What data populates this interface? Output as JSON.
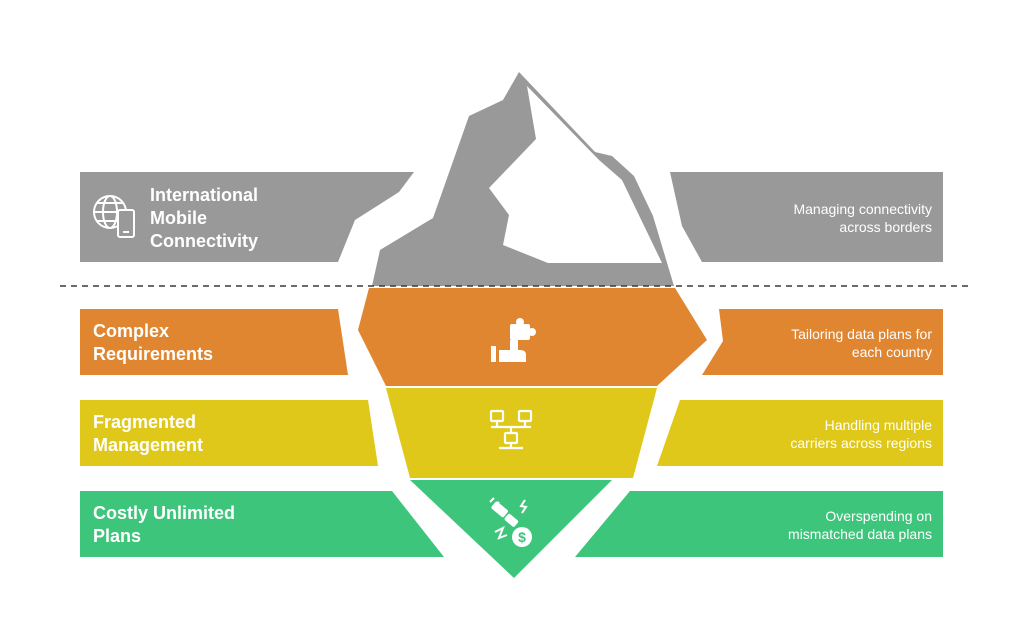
{
  "colors": {
    "gray": "#999999",
    "orange": "#e08530",
    "yellow": "#dfc819",
    "green": "#3dc57b",
    "background": "#ffffff"
  },
  "layers": [
    {
      "title_lines": [
        "International",
        "Mobile",
        "Connectivity"
      ],
      "description_lines": [
        "Managing connectivity",
        "across borders"
      ],
      "icon": "globe-phone-icon"
    },
    {
      "title_lines": [
        "Complex",
        "Requirements"
      ],
      "description_lines": [
        "Tailoring data plans for",
        "each country"
      ],
      "icon": "puzzle-hand-icon"
    },
    {
      "title_lines": [
        "Fragmented",
        "Management"
      ],
      "description_lines": [
        "Handling multiple",
        "carriers across regions"
      ],
      "icon": "network-nodes-icon"
    },
    {
      "title_lines": [
        "Costly Unlimited",
        "Plans"
      ],
      "description_lines": [
        "Overspending on",
        "mismatched data plans"
      ],
      "icon": "broken-plug-dollar-icon"
    }
  ]
}
